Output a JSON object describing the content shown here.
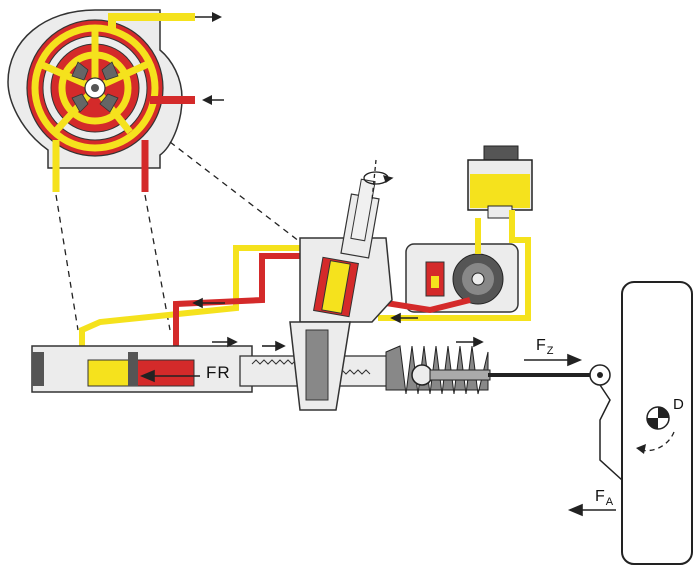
{
  "labels": {
    "fr": "FR",
    "fz_main": "F",
    "fz_sub": "Z",
    "fa_main": "F",
    "fa_sub": "A",
    "d": "D"
  },
  "colors": {
    "pressure_fluid": "#d42a2a",
    "return_fluid": "#f5e21d",
    "housing": "#ebebeb",
    "outline": "#222222",
    "dark_grey": "#555555"
  }
}
